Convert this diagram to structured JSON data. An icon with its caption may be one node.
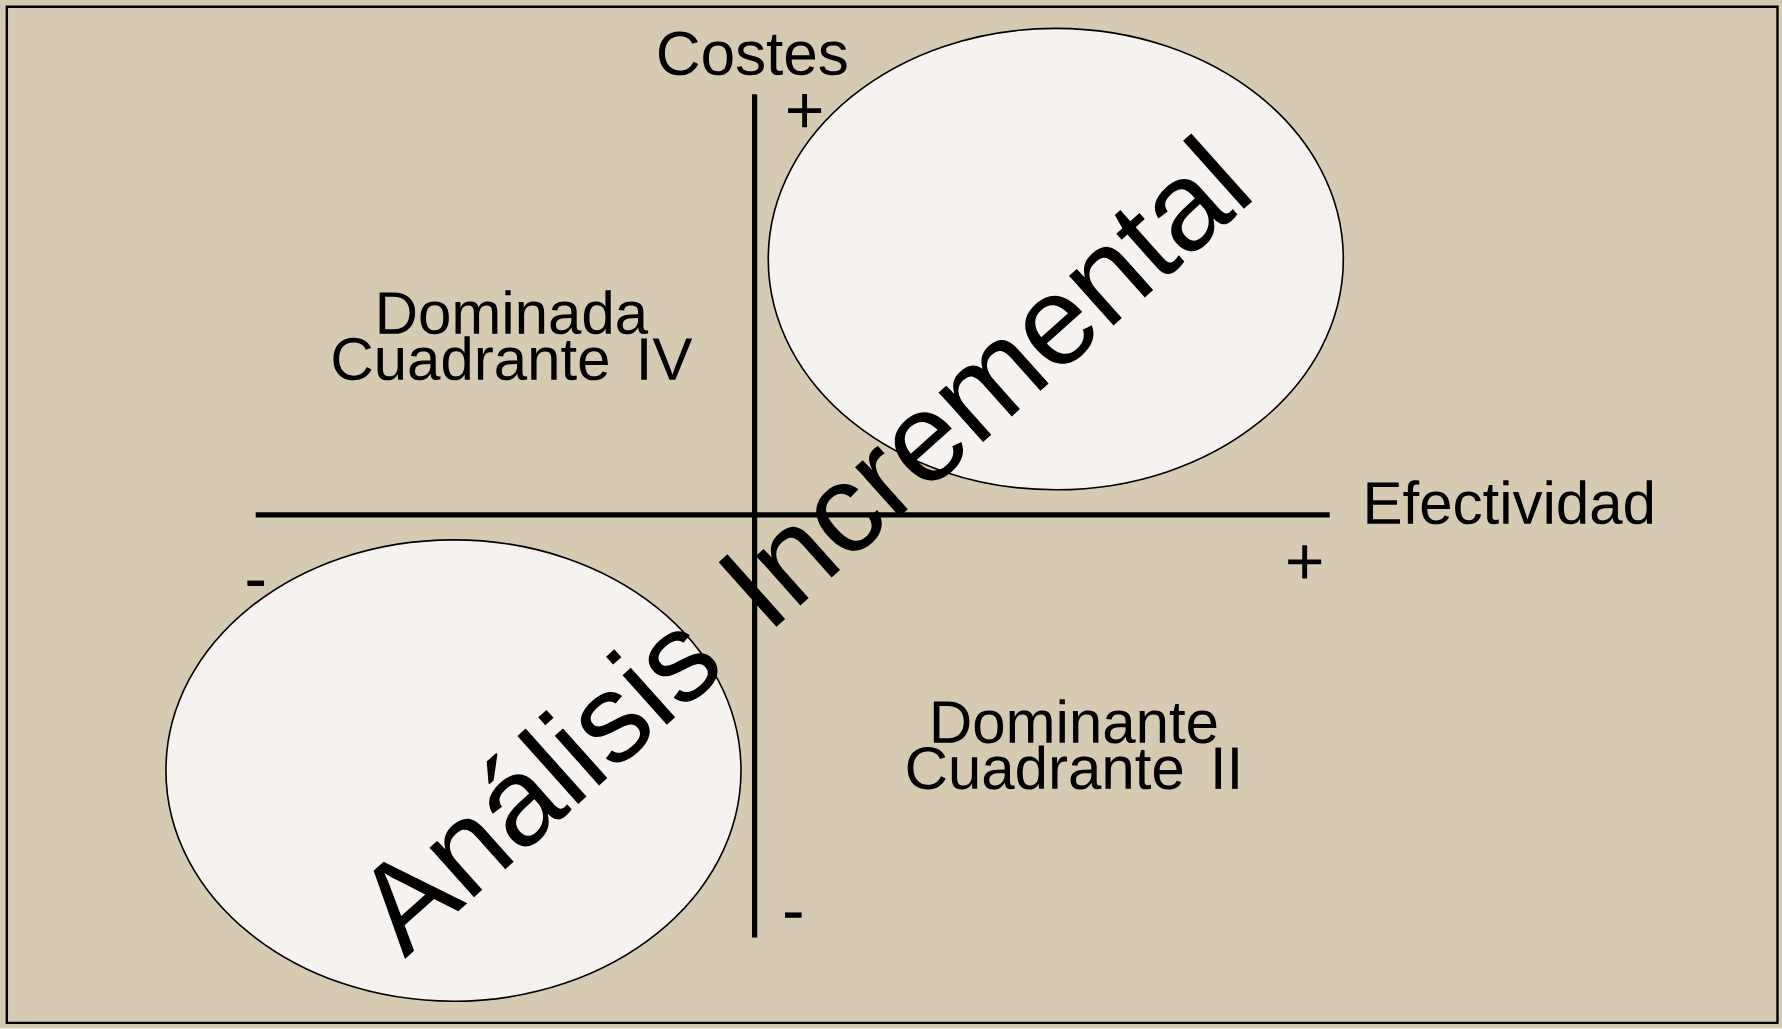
{
  "diagram": {
    "nodes": [
      {
        "text": [],
        "shape": "circle"
      },
      {
        "text": [],
        "shape": "circle"
      }
    ],
    "labels": [
      "Costes",
      "+",
      "Dominada Cuadrante IV",
      "Efectividad",
      "-",
      "+",
      "Análisis Incremental",
      "Dominante Cuadrante II",
      "-"
    ]
  }
}
